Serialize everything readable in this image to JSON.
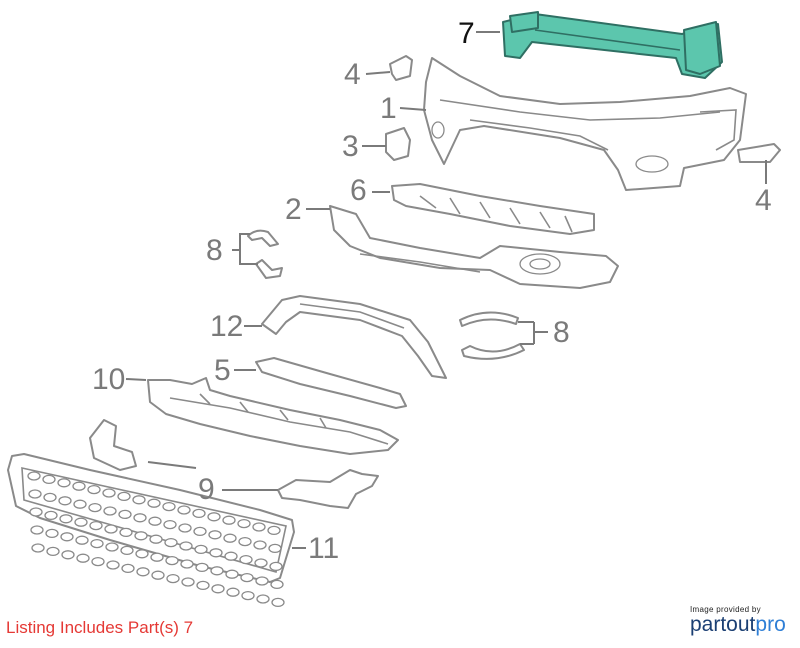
{
  "callouts": {
    "c1": "1",
    "c2": "2",
    "c3": "3",
    "c4a": "4",
    "c4b": "4",
    "c5": "5",
    "c6": "6",
    "c7": "7",
    "c8a": "8",
    "c8b": "8",
    "c9": "9",
    "c10": "10",
    "c11": "11",
    "c12": "12"
  },
  "highlighted_part": "7",
  "colors": {
    "highlight": "#5cc6ad",
    "listing_text": "#e53935",
    "brand_dark": "#1b3f73",
    "brand_light": "#2f7fd6"
  },
  "footer": {
    "listing": "Listing Includes Part(s) 7",
    "credit": "Image provided by",
    "brand_part1": "partout",
    "brand_part2": "pro"
  }
}
